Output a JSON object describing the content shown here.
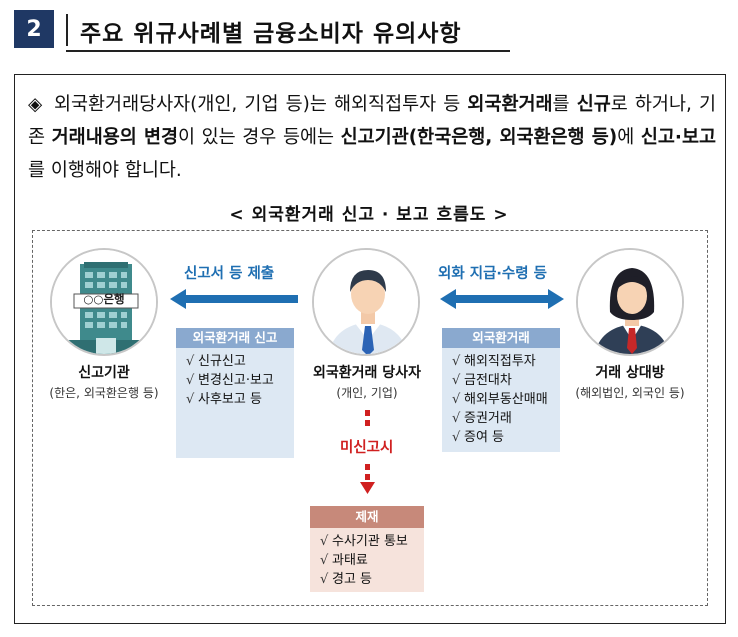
{
  "heading": {
    "number": "2",
    "title": "주요 위규사례별 금융소비자 유의사항"
  },
  "notice": {
    "bullet": "◈",
    "segments": [
      {
        "text": "외국환거래당사자(개인, 기업 등)는 해외직접투자 등 ",
        "bold": false
      },
      {
        "text": "외국환거래",
        "bold": true
      },
      {
        "text": "를 ",
        "bold": false
      },
      {
        "text": "신규",
        "bold": true
      },
      {
        "text": "로 하거나, 기존 ",
        "bold": false
      },
      {
        "text": "거래내용의 변경",
        "bold": true
      },
      {
        "text": "이 있는 경우 등에는 ",
        "bold": false
      },
      {
        "text": "신고기관(한국은행, 외국환은행 등)",
        "bold": true
      },
      {
        "text": "에 ",
        "bold": false
      },
      {
        "text": "신고·보고",
        "bold": true
      },
      {
        "text": "를 이행해야 합니다.",
        "bold": false
      }
    ]
  },
  "flow": {
    "title": "< 외국환거래 신고 · 보고 흐름도 >",
    "bank_sign": "○○은행",
    "left": {
      "name": "신고기관",
      "sub": "(한은, 외국환은행 등)"
    },
    "center": {
      "name": "외국환거래 당사자",
      "sub": "(개인, 기업)"
    },
    "right": {
      "name": "거래 상대방",
      "sub": "(해외법인, 외국인 등)"
    },
    "left_arrow_label": "신고서 등 제출",
    "right_arrow_label": "외화 지급·수령 등",
    "check": "√",
    "report_panel": {
      "title": "외국환거래 신고",
      "items": [
        "신규신고",
        "변경신고·보고",
        "사후보고 등"
      ]
    },
    "trade_panel": {
      "title": "외국환거래",
      "items": [
        "해외직접투자",
        "금전대차",
        "해외부동산매매",
        "증권거래",
        "증여 등"
      ]
    },
    "unreported_label": "미신고시",
    "sanction": {
      "title": "제재",
      "items": [
        "수사기관 통보",
        "과태료",
        "경고 등"
      ]
    },
    "colors": {
      "arrow_blue": "#1f6fb2",
      "unreported_red": "#d02020",
      "heading_navy": "#1f3864"
    }
  }
}
